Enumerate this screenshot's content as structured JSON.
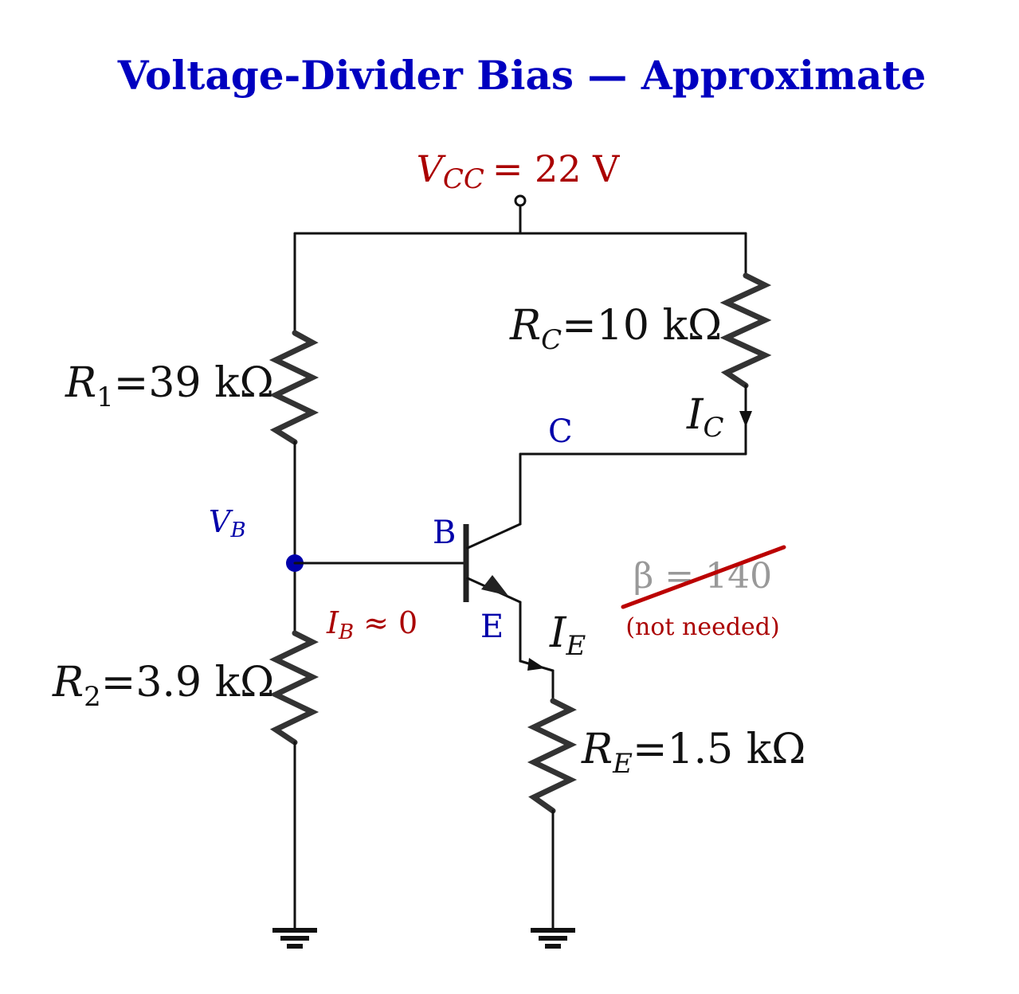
{
  "title": "Voltage-Divider Bias — Approximate",
  "colors": {
    "title": "#0000c0",
    "supply": "#aa0000",
    "node": "#0000aa",
    "wire": "#111111",
    "resistor": "#333333",
    "beta_gray": "#999999",
    "strike": "#bb0000"
  },
  "supply": {
    "symbol": "V",
    "sub": "CC",
    "value": "= 22 V"
  },
  "resistors": {
    "r1": {
      "symbol": "R",
      "sub": "1",
      "value": "=39 kΩ"
    },
    "r2": {
      "symbol": "R",
      "sub": "2",
      "value": "=3.9 kΩ"
    },
    "rc": {
      "symbol": "R",
      "sub": "C",
      "value": "=10 kΩ"
    },
    "re": {
      "symbol": "R",
      "sub": "E",
      "value": "=1.5 kΩ"
    }
  },
  "node_vb": {
    "symbol": "V",
    "sub": "B"
  },
  "terminals": {
    "base": "B",
    "collector": "C",
    "emitter": "E"
  },
  "currents": {
    "ic": {
      "symbol": "I",
      "sub": "C"
    },
    "ie": {
      "symbol": "I",
      "sub": "E"
    },
    "ib": {
      "symbol": "I",
      "sub": "B",
      "value": "≈ 0"
    }
  },
  "beta": {
    "text": "β = 140",
    "note": "(not needed)"
  }
}
